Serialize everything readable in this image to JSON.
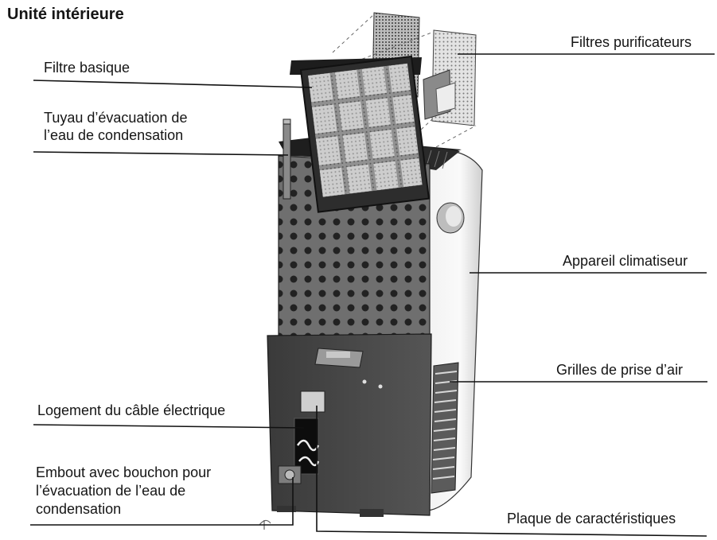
{
  "diagram": {
    "title": "Unité intérieure",
    "labels": {
      "filtres_purificateurs": "Filtres purificateurs",
      "filtre_basique": "Filtre basique",
      "tuyau_line1": "Tuyau d’évacuation de",
      "tuyau_line2": "l’eau de condensation",
      "appareil_climatiseur": "Appareil climatiseur",
      "grilles_prise_air": "Grilles de prise d’air",
      "logement_cable": "Logement du câble électrique",
      "embout_line1": "Embout avec bouchon pour",
      "embout_line2": "l’évacuation de l’eau de",
      "embout_line3": "condensation",
      "plaque_caracteristiques": "Plaque de caractéristiques"
    }
  }
}
